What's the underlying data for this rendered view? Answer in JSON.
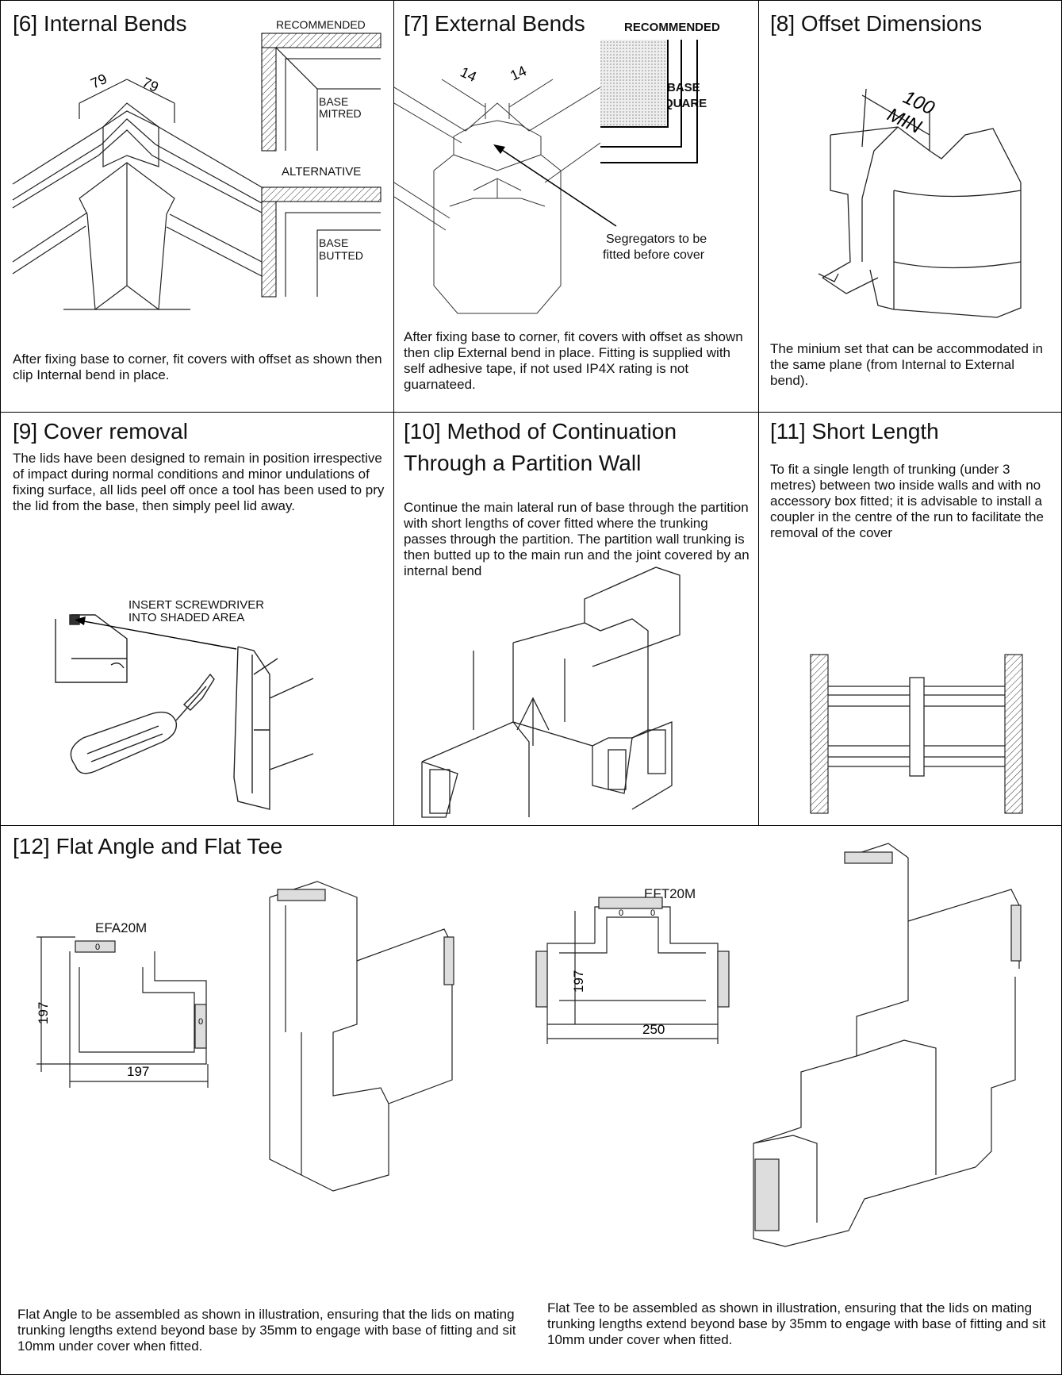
{
  "panels": {
    "p6": {
      "title": "[6] Internal Bends",
      "recommended": "RECOMMENDED",
      "base_mitred_1": "BASE",
      "base_mitred_2": "MITRED",
      "alternative": "ALTERNATIVE",
      "base_butted_1": "BASE",
      "base_butted_2": "BUTTED",
      "dim_left": "79",
      "dim_right": "79",
      "caption": "After fixing base to corner, fit covers with offset as shown then clip Internal bend in place."
    },
    "p7": {
      "title": "[7] External Bends",
      "recommended": "RECOMMENDED",
      "base_1": "BASE",
      "base_2": "SQUARE",
      "dim_left": "14",
      "dim_right": "14",
      "callout_1": "Segregators to be",
      "callout_2": "fitted before cover",
      "caption": "After fixing base to corner, fit covers with offset as shown then clip External bend in place. Fitting is supplied with self adhesive tape, if not used IP4X rating is not guarnateed."
    },
    "p8": {
      "title": "[8] Offset Dimensions",
      "dim_1": "100",
      "dim_2": "MIN",
      "caption": "The minium set that can be accommodated in the same plane (from Internal to External bend)."
    },
    "p9": {
      "title": "[9] Cover removal",
      "body": "The lids have been designed to remain in position irrespective of impact during normal conditions and minor undulations of fixing surface, all lids peel off once a tool has been used to pry the lid from the base, then simply peel lid away.",
      "label_1": "INSERT SCREWDRIVER",
      "label_2": "INTO SHADED AREA"
    },
    "p10": {
      "title": "[10] Method of Continuation Through a Partition Wall",
      "body": "Continue the main lateral run of base through the partition with short lengths of cover fitted where the trunking passes through the partition. The partition wall trunking is then butted up to the main run and the joint covered by an internal bend"
    },
    "p11": {
      "title": "[11] Short Length",
      "body": "To fit a single length of trunking (under 3 metres) between two inside walls and with no accessory box fitted; it is advisable to install a coupler in the centre of the run to facilitate the removal of the cover"
    },
    "p12": {
      "title": "[12] Flat Angle and Flat Tee",
      "angle_code": "EFA20M",
      "angle_dim_v": "197",
      "angle_dim_h": "197",
      "tee_code": "EFT20M",
      "tee_dim_v": "197",
      "tee_dim_h": "250",
      "mark_0": "0",
      "angle_caption": "Flat Angle to be assembled as shown in illustration, ensuring that the lids on mating trunking lengths extend beyond base by 35mm to engage with base of fitting and sit 10mm under cover when fitted.",
      "tee_caption": "Flat Tee to be assembled as shown in illustration, ensuring that the lids on mating trunking lengths extend beyond base by 35mm to engage with base of fitting and sit 10mm under cover when fitted."
    }
  }
}
